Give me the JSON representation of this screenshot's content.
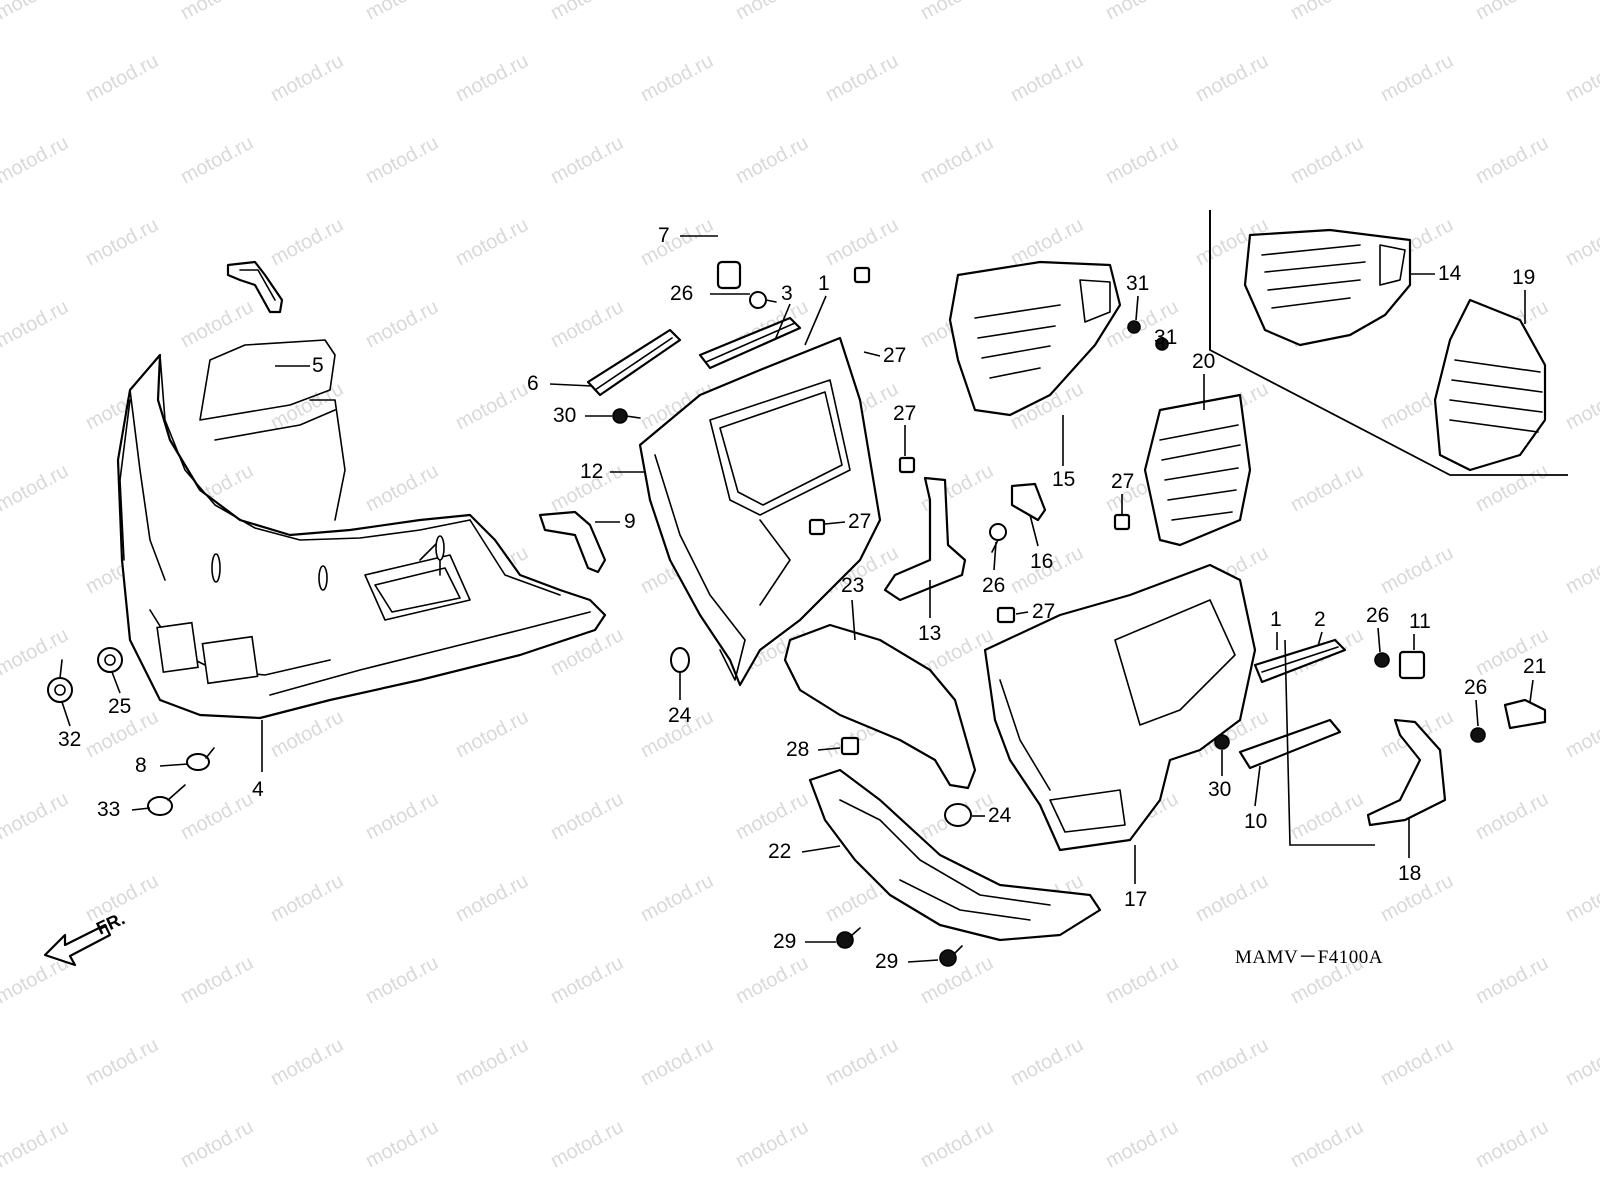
{
  "watermark": {
    "text": "motod.ru"
  },
  "diagram_code": "MAMV－F4100A",
  "direction_label": "FR.",
  "callouts": [
    {
      "id": "c-7",
      "label": "7"
    },
    {
      "id": "c-26a",
      "label": "26"
    },
    {
      "id": "c-3",
      "label": "3"
    },
    {
      "id": "c-1a",
      "label": "1"
    },
    {
      "id": "c-5",
      "label": "5"
    },
    {
      "id": "c-27a",
      "label": "27"
    },
    {
      "id": "c-6",
      "label": "6"
    },
    {
      "id": "c-30a",
      "label": "30"
    },
    {
      "id": "c-27b",
      "label": "27"
    },
    {
      "id": "c-12",
      "label": "12"
    },
    {
      "id": "c-9",
      "label": "9"
    },
    {
      "id": "c-27c",
      "label": "27"
    },
    {
      "id": "c-23",
      "label": "23"
    },
    {
      "id": "c-13",
      "label": "13"
    },
    {
      "id": "c-24a",
      "label": "24"
    },
    {
      "id": "c-32",
      "label": "32"
    },
    {
      "id": "c-25",
      "label": "25"
    },
    {
      "id": "c-8",
      "label": "8"
    },
    {
      "id": "c-4",
      "label": "4"
    },
    {
      "id": "c-33",
      "label": "33"
    },
    {
      "id": "c-28",
      "label": "28"
    },
    {
      "id": "c-24b",
      "label": "24"
    },
    {
      "id": "c-22",
      "label": "22"
    },
    {
      "id": "c-29a",
      "label": "29"
    },
    {
      "id": "c-29b",
      "label": "29"
    },
    {
      "id": "c-31a",
      "label": "31"
    },
    {
      "id": "c-31b",
      "label": "31"
    },
    {
      "id": "c-20",
      "label": "20"
    },
    {
      "id": "c-15",
      "label": "15"
    },
    {
      "id": "c-27d",
      "label": "27"
    },
    {
      "id": "c-16",
      "label": "16"
    },
    {
      "id": "c-26b",
      "label": "26"
    },
    {
      "id": "c-27e",
      "label": "27"
    },
    {
      "id": "c-14",
      "label": "14"
    },
    {
      "id": "c-19",
      "label": "19"
    },
    {
      "id": "c-1b",
      "label": "1"
    },
    {
      "id": "c-2",
      "label": "2"
    },
    {
      "id": "c-26c",
      "label": "26"
    },
    {
      "id": "c-11",
      "label": "11"
    },
    {
      "id": "c-21",
      "label": "21"
    },
    {
      "id": "c-26d",
      "label": "26"
    },
    {
      "id": "c-30b",
      "label": "30"
    },
    {
      "id": "c-10",
      "label": "10"
    },
    {
      "id": "c-17",
      "label": "17"
    },
    {
      "id": "c-18",
      "label": "18"
    }
  ]
}
